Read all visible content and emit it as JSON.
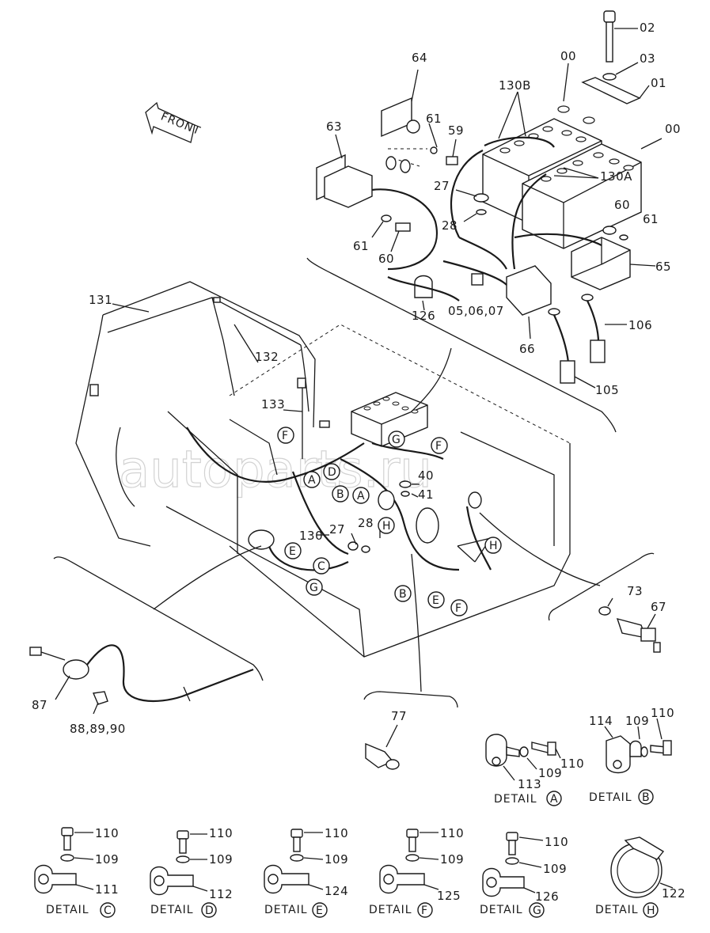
{
  "front_label": "FRONT",
  "watermark": "autoparts.ru",
  "part_labels": {
    "p00a": "00",
    "p00b": "00",
    "p01": "01",
    "p02": "02",
    "p03": "03",
    "p05": "05,06,07",
    "p27a": "27",
    "p27b": "27",
    "p28a": "28",
    "p28b": "28",
    "p40": "40",
    "p41": "41",
    "p59": "59",
    "p60a": "60",
    "p60b": "60",
    "p61a": "61",
    "p61b": "61",
    "p61c": "61",
    "p63": "63",
    "p64": "64",
    "p65": "65",
    "p66": "66",
    "p67": "67",
    "p73": "73",
    "p77": "77",
    "p87": "87",
    "p88": "88,89,90",
    "p105": "105",
    "p106": "106",
    "p126": "126",
    "p130": "130",
    "p130a": "130A",
    "p130b": "130B",
    "p131": "131",
    "p132": "132",
    "p133": "133"
  },
  "callouts": {
    "A1": "A",
    "A2": "A",
    "B1": "B",
    "B2": "B",
    "C1": "C",
    "D1": "D",
    "E1": "E",
    "E2": "E",
    "F1": "F",
    "F2": "F",
    "F3": "F",
    "G1": "G",
    "G2": "G",
    "H1": "H",
    "H2": "H"
  },
  "details": [
    {
      "title": "DETAIL",
      "letter": "A",
      "bolt": "110",
      "washer": "109",
      "clip": "113"
    },
    {
      "title": "DETAIL",
      "letter": "B",
      "bolt": "110",
      "washer": "109",
      "clip": "114"
    },
    {
      "title": "DETAIL",
      "letter": "C",
      "bolt": "110",
      "washer": "109",
      "clip": "111"
    },
    {
      "title": "DETAIL",
      "letter": "D",
      "bolt": "110",
      "washer": "109",
      "clip": "112"
    },
    {
      "title": "DETAIL",
      "letter": "E",
      "bolt": "110",
      "washer": "109",
      "clip": "124"
    },
    {
      "title": "DETAIL",
      "letter": "F",
      "bolt": "110",
      "washer": "109",
      "clip": "125"
    },
    {
      "title": "DETAIL",
      "letter": "G",
      "bolt": "110",
      "washer": "109",
      "clip": "126"
    },
    {
      "title": "DETAIL",
      "letter": "H",
      "band": "122"
    }
  ]
}
